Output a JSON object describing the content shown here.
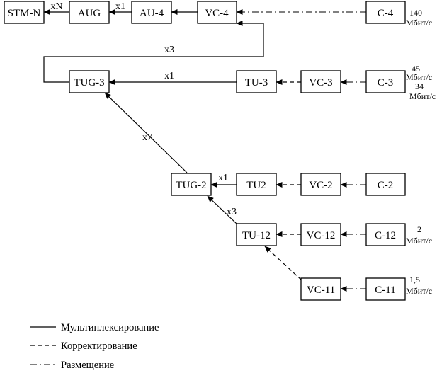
{
  "blocks": {
    "stm_n": "STM-N",
    "aug": "AUG",
    "au4": "AU-4",
    "vc4": "VC-4",
    "c4": "C-4",
    "tug3": "TUG-3",
    "tu3": "TU-3",
    "vc3": "VC-3",
    "c3": "C-3",
    "tug2": "TUG-2",
    "tu2": "TU2",
    "vc2": "VC-2",
    "c2": "C-2",
    "tu12": "TU-12",
    "vc12": "VC-12",
    "c12": "C-12",
    "vc11": "VC-11",
    "c11": "C-11"
  },
  "multipliers": {
    "xn": "xN",
    "x1_aug": "x1",
    "x3_loop": "x3",
    "x1_tu3": "x1",
    "x7": "x7",
    "x1_tu2": "x1",
    "x3_tu12": "x3"
  },
  "rates": {
    "c4_value": "140",
    "c4_unit": "Мбит/с",
    "c3_value_a": "45",
    "c3_unit_a": "Мбит/с",
    "c3_value_b": "34",
    "c3_unit_b": "Мбит/с",
    "c12_value": "2",
    "c12_unit": "Мбит/с",
    "c11_value": "1,5",
    "c11_unit": "Мбит/с"
  },
  "legend": {
    "multiplexing": "Мультиплексирование",
    "alignment": "Корректирование",
    "mapping": "Размещение"
  }
}
